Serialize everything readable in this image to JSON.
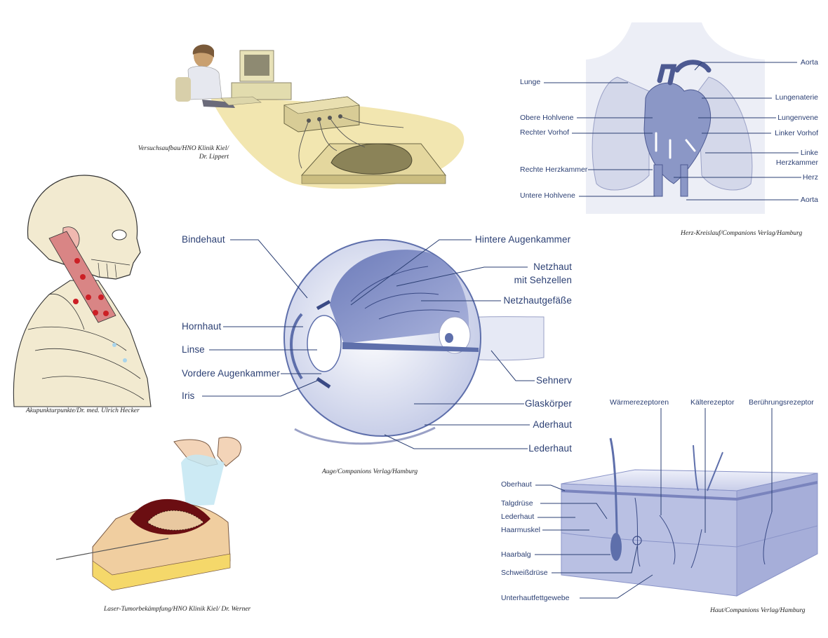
{
  "captions": {
    "experiment": [
      "Versuchsaufbau/HNO Klinik Kiel/",
      "Dr. Lippert"
    ],
    "acupuncture": "Akupunkturpunkte/Dr. med. Ulrich Hecker",
    "laser": "Laser-Tumorbekämpfung/HNO Klinik Kiel/ Dr. Werner",
    "eye": "Auge/Companions Verlag/Hamburg",
    "heart": "Herz-Kreislauf/Companions Verlag/Hamburg",
    "skin": "Haut/Companions Verlag/Hamburg"
  },
  "eye": {
    "labels": [
      "Bindehaut",
      "Hornhaut",
      "Linse",
      "Vordere Augenkammer",
      "Iris",
      "Hintere Augenkammer",
      "Netzhaut",
      "mit Sehzellen",
      "Netzhautgefäße",
      "Sehnerv",
      "Glaskörper",
      "Aderhaut",
      "Lederhaut"
    ]
  },
  "heart": {
    "labels": [
      "Lunge",
      "Obere Hohlvene",
      "Rechter Vorhof",
      "Rechte Herzkammer",
      "Untere Hohlvene",
      "Aorta",
      "Lungenaterie",
      "Lungenvene",
      "Linker Vorhof",
      "Linke",
      "Herzkammer",
      "Herz",
      "Aorta"
    ]
  },
  "skin": {
    "labels": [
      "Wärmerezeptoren",
      "Kälterezeptor",
      "Berührungsrezeptor",
      "Oberhaut",
      "Talgdrüse",
      "Lederhaut",
      "Haarmuskel",
      "Haarbalg",
      "Schweißdrüse",
      "Unterhautfettgewebe"
    ]
  },
  "colors": {
    "label": "#2b3f73",
    "eye_blue": "#5e6fab",
    "skin_blue": "#8a94c8",
    "sand": "#f2e6b0"
  }
}
